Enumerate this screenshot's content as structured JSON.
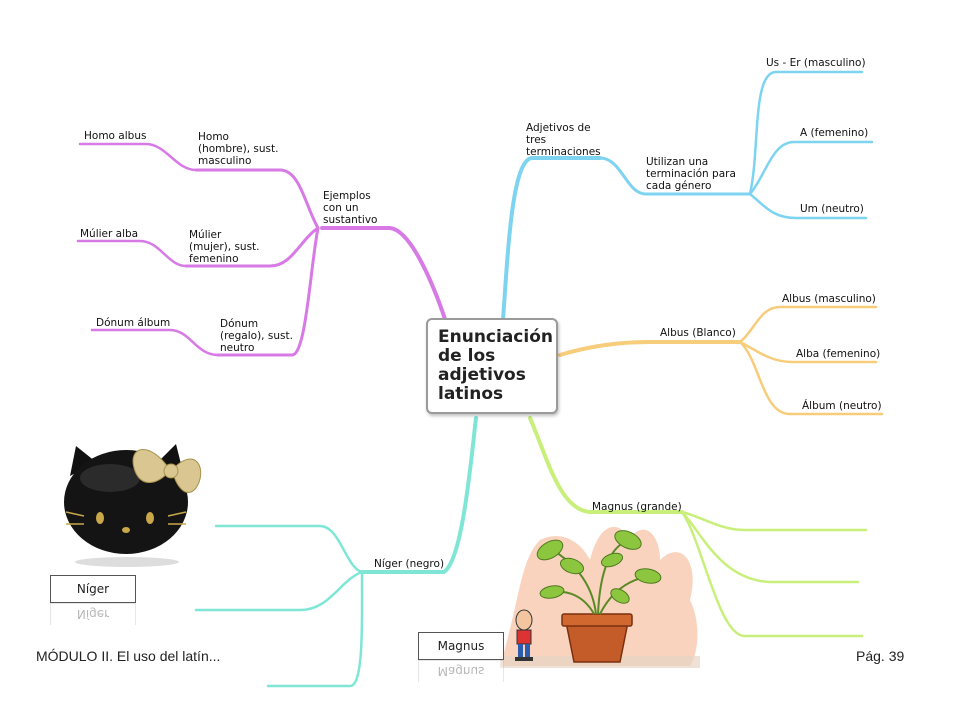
{
  "colors": {
    "magenta": "#d77ae6",
    "sky": "#7dd3f0",
    "orange": "#f7cc7a",
    "lime": "#c8ef7a",
    "teal": "#7fe6d6"
  },
  "center": {
    "title": "Enunciación\nde los\nadjetivos\nlatinos"
  },
  "branches": {
    "ejemplos": {
      "label": "Ejemplos\ncon un\nsustantivo",
      "homo": {
        "label": "Homo\n(hombre), sust.\nmasculino",
        "example": "Homo albus"
      },
      "mulier": {
        "label": "Múlier\n(mujer), sust.\nfemenino",
        "example": "Múlier alba"
      },
      "donum": {
        "label": "Dónum\n(regalo), sust.\nneutro",
        "example": "Dónum álbum"
      }
    },
    "adjetivos": {
      "label": "Adjetivos de\ntres\nterminaciones",
      "utilizan": "Utilizan una\nterminación para\ncada género",
      "us": "Us - Er (masculino)",
      "a": "A (femenino)",
      "um": "Um (neutro)"
    },
    "albus": {
      "label": "Albus (Blanco)",
      "masc": "Albus (masculino)",
      "fem": "Alba (femenino)",
      "neut": "Álbum (neutro)"
    },
    "magnus": {
      "label": "Magnus (grande)"
    },
    "niger": {
      "label": "Níger (negro)"
    }
  },
  "images": {
    "niger_caption": "Níger",
    "magnus_caption": "Magnus"
  },
  "footer": {
    "left": "MÓDULO II. El uso del latín...",
    "right": "Pág. 39"
  }
}
